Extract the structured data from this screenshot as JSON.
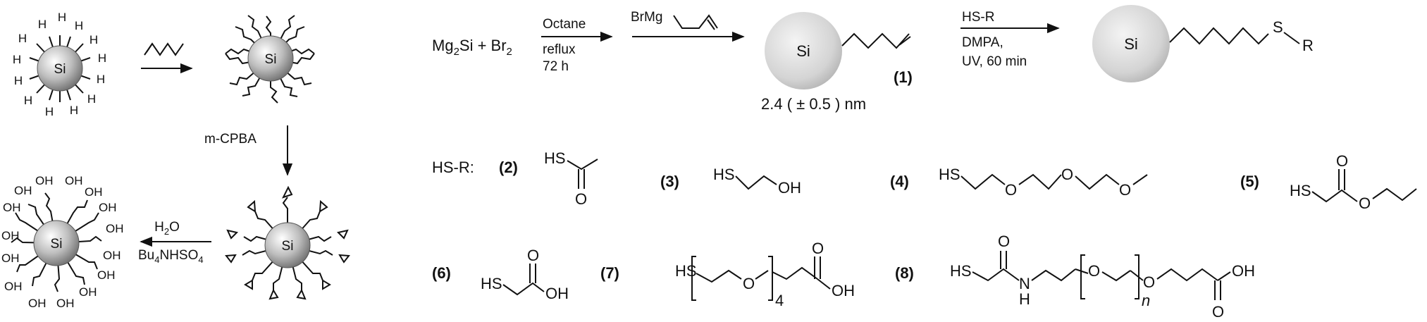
{
  "left_scheme": {
    "core_label": "Si",
    "hydrogen": "H",
    "hydroxyl": "OH",
    "oxidant": "m-CPBA",
    "reagent_top": "H",
    "reagent_sub": "2",
    "reagent_tail": "O",
    "catalyst_main": "Bu",
    "catalyst_sub1": "4",
    "catalyst_mid": "NHSO",
    "catalyst_sub2": "4"
  },
  "right_scheme": {
    "reactant_a": "Mg",
    "reactant_a_sub": "2",
    "reactant_a_tail": "Si + Br",
    "reactant_b_sub": "2",
    "cond1_line1": "Octane",
    "cond1_line2": "reflux",
    "cond1_line3": "72 h",
    "grignard": "BrMg",
    "core_label": "Si",
    "size": "2.4 ( ± 0.5 ) nm",
    "compound_1": "(1)",
    "cond2_line1": "HS-R",
    "cond2_line2": "DMPA,",
    "cond2_line3": "UV, 60 min",
    "product_s": "S",
    "product_r": "R"
  },
  "hsr": {
    "title": "HS-R:",
    "n2": "(2)",
    "n3": "(3)",
    "n4": "(4)",
    "n5": "(5)",
    "n6": "(6)",
    "n7": "(7)",
    "n8": "(8)",
    "hs": "HS",
    "o": "O",
    "oh": "OH",
    "nh": "N",
    "h": "H",
    "sub4": "4",
    "subn": "n"
  },
  "colors": {
    "ink": "#111111",
    "sphere_light": "#f2f2f2",
    "sphere_dark": "#8a8a8a"
  }
}
